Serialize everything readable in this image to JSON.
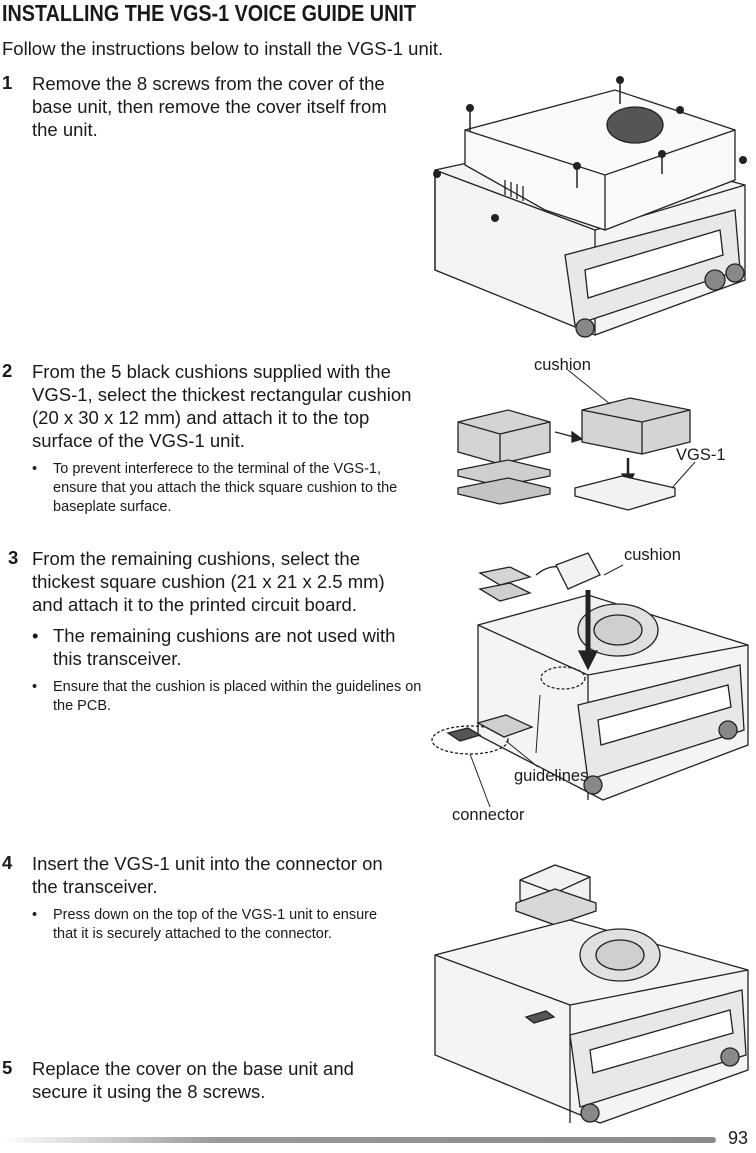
{
  "page": {
    "title": "INSTALLING THE VGS-1 VOICE GUIDE UNIT",
    "intro": "Follow the instructions below to install the VGS-1 unit.",
    "page_number": "93"
  },
  "steps": [
    {
      "num": "1",
      "text": "Remove the 8 screws from the cover of the base unit, then remove the cover itself from the unit.",
      "bullets": []
    },
    {
      "num": "2",
      "text": "From the 5 black cushions supplied with the VGS-1, select the thickest rectangular cushion (20 x 30 x 12 mm) and attach it to the top surface of the VGS-1 unit.",
      "bullets": [
        "To prevent interferece to the terminal of the VGS-1, ensure that you attach the thick square cushion to the baseplate surface."
      ]
    },
    {
      "num": "3",
      "text": "From the remaining cushions, select the thickest square cushion (21 x 21 x 2.5 mm) and attach it to the printed circuit board.",
      "bullets": [
        "The remaining cushions are not used with this transceiver.",
        "Ensure that the cushion is placed within the guidelines on the PCB."
      ]
    },
    {
      "num": "4",
      "text": "Insert the VGS-1 unit into the connector on the transceiver.",
      "bullets": [
        "Press down on the top of the VGS-1 unit to ensure that it is securely attached to the connector."
      ]
    },
    {
      "num": "5",
      "text": "Replace the cover on the base unit and secure it using the 8 screws.",
      "bullets": []
    }
  ],
  "labels": {
    "fig2_cushion": "cushion",
    "fig2_vgs1": "VGS-1",
    "fig3_cushion": "cushion",
    "fig3_guidelines": "guidelines",
    "fig3_connector": "connector"
  },
  "bullet_glyph": "•"
}
